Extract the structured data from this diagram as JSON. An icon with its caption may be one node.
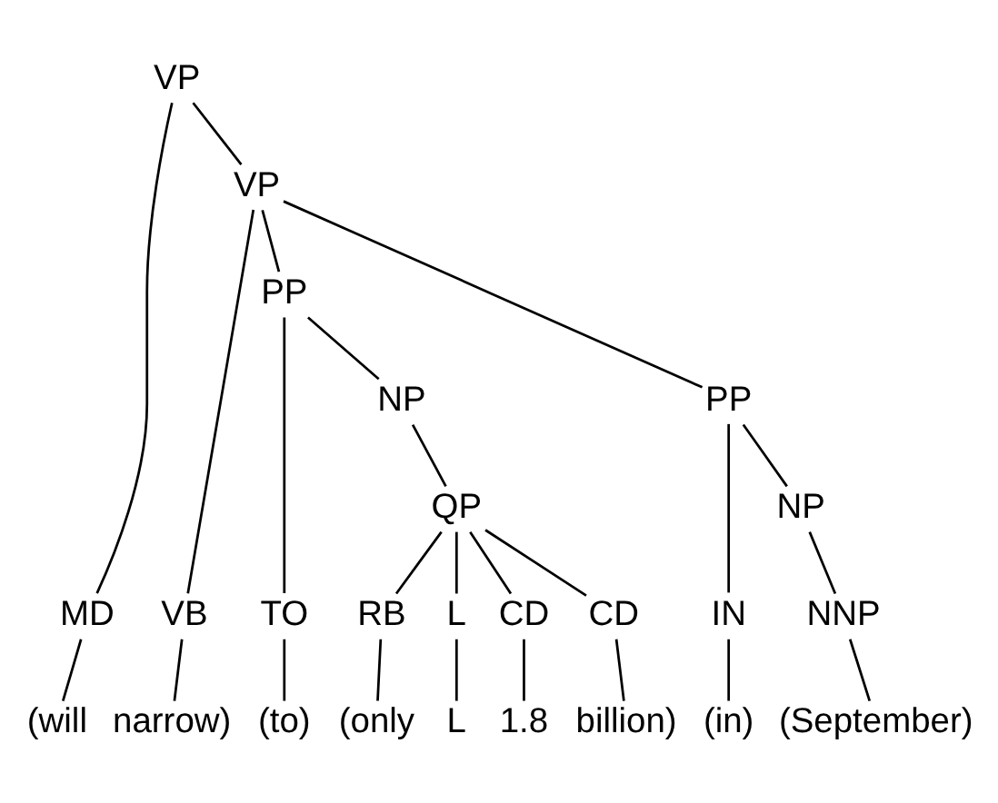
{
  "diagram": {
    "nodes": [
      {
        "text": [
          "VP"
        ]
      },
      {
        "text": [
          "VP"
        ]
      },
      {
        "text": [
          "PP"
        ]
      },
      {
        "text": [
          "NP"
        ]
      },
      {
        "text": [
          "PP"
        ]
      },
      {
        "text": [
          "QP"
        ]
      },
      {
        "text": [
          "NP"
        ]
      },
      {
        "text": [
          "MD"
        ]
      },
      {
        "text": [
          "VB"
        ]
      },
      {
        "text": [
          "TO"
        ]
      },
      {
        "text": [
          "RB"
        ]
      },
      {
        "text": [
          "L"
        ]
      },
      {
        "text": [
          "CD"
        ]
      },
      {
        "text": [
          "CD"
        ]
      },
      {
        "text": [
          "IN"
        ]
      },
      {
        "text": [
          "NNP"
        ]
      },
      {
        "text": [
          "(will"
        ]
      },
      {
        "text": [
          "narrow)"
        ]
      },
      {
        "text": [
          "(to)"
        ]
      },
      {
        "text": [
          "(only"
        ]
      },
      {
        "text": [
          "L"
        ]
      },
      {
        "text": [
          "1.8"
        ]
      },
      {
        "text": [
          "billion)"
        ]
      },
      {
        "text": [
          "(in)"
        ]
      },
      {
        "text": [
          "(September)"
        ]
      }
    ],
    "edges": [
      {
        "from": 0,
        "to": 7,
        "arrow": "none"
      },
      {
        "from": 0,
        "to": 1,
        "arrow": "none"
      },
      {
        "from": 1,
        "to": 8,
        "arrow": "none"
      },
      {
        "from": 1,
        "to": 2,
        "arrow": "none"
      },
      {
        "from": 1,
        "to": 4,
        "arrow": "none"
      },
      {
        "from": 2,
        "to": 9,
        "arrow": "none"
      },
      {
        "from": 2,
        "to": 3,
        "arrow": "none"
      },
      {
        "from": 3,
        "to": 5,
        "arrow": "none"
      },
      {
        "from": 5,
        "to": 10,
        "arrow": "none"
      },
      {
        "from": 5,
        "to": 11,
        "arrow": "none"
      },
      {
        "from": 5,
        "to": 12,
        "arrow": "none"
      },
      {
        "from": 5,
        "to": 13,
        "arrow": "none"
      },
      {
        "from": 4,
        "to": 14,
        "arrow": "none"
      },
      {
        "from": 4,
        "to": 6,
        "arrow": "none"
      },
      {
        "from": 6,
        "to": 15,
        "arrow": "none"
      },
      {
        "from": 7,
        "to": 16,
        "arrow": "none"
      },
      {
        "from": 8,
        "to": 17,
        "arrow": "none"
      },
      {
        "from": 9,
        "to": 18,
        "arrow": "none"
      },
      {
        "from": 10,
        "to": 19,
        "arrow": "none"
      },
      {
        "from": 11,
        "to": 20,
        "arrow": "none"
      },
      {
        "from": 12,
        "to": 21,
        "arrow": "none"
      },
      {
        "from": 13,
        "to": 22,
        "arrow": "none"
      },
      {
        "from": 14,
        "to": 23,
        "arrow": "none"
      },
      {
        "from": 15,
        "to": 24,
        "arrow": "none"
      }
    ]
  }
}
